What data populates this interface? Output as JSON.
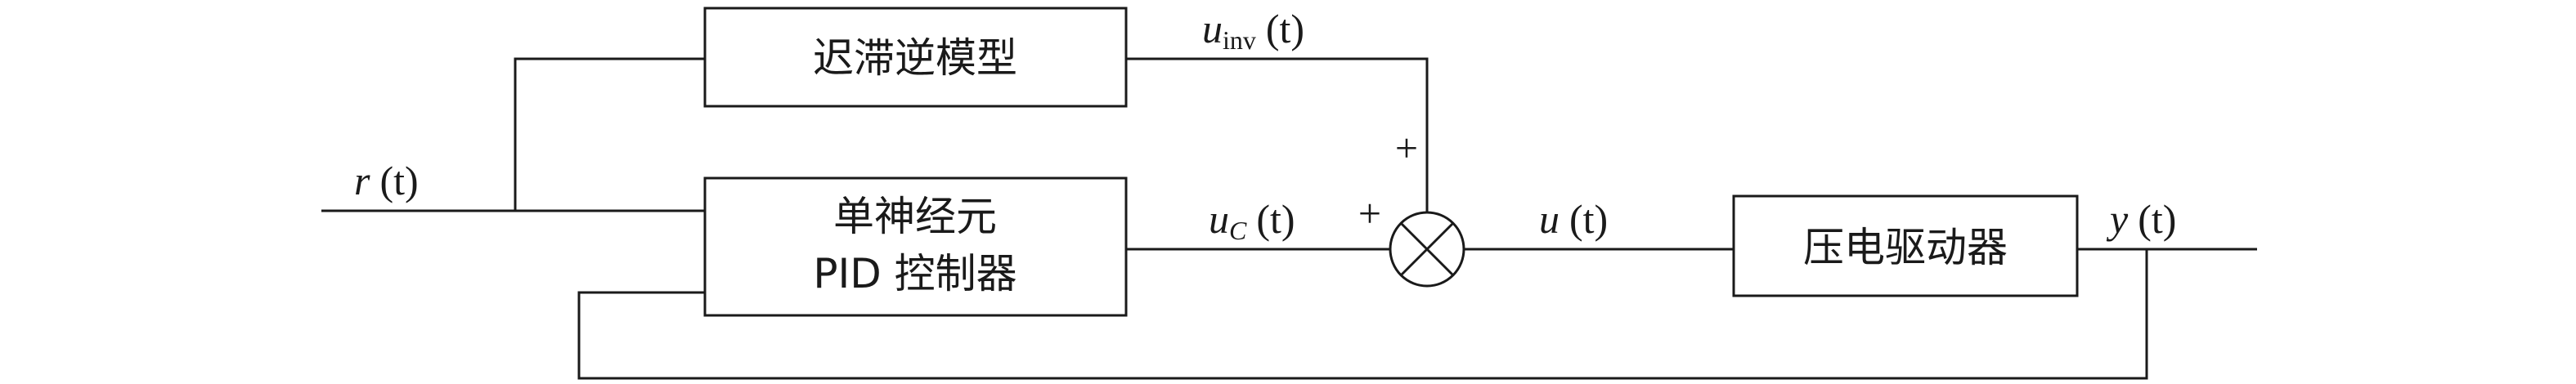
{
  "blocks": {
    "hysteresis_inverse": "迟滞逆模型",
    "pid_line1": "单神经元",
    "pid_line2": "PID 控制器",
    "piezo_driver": "压电驱动器"
  },
  "signals": {
    "r_var": "r",
    "r_arg": "(t)",
    "uinv_var": "u",
    "uinv_sub": "inv",
    "uinv_arg": "(t)",
    "uc_var": "u",
    "uc_sub": "C",
    "uc_arg": "(t)",
    "u_var": "u",
    "u_arg": "(t)",
    "y_var": "y",
    "y_arg": "(t)"
  },
  "junction": {
    "plus_top": "+",
    "plus_left": "+"
  }
}
